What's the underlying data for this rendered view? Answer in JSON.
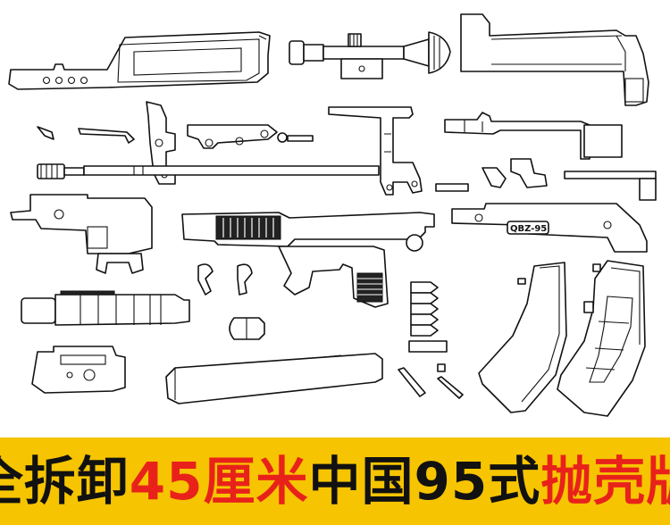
{
  "banner": {
    "segments": [
      {
        "text": "全拆卸",
        "color": "#111111"
      },
      {
        "text": "45",
        "color": "#e8221b"
      },
      {
        "text": "厘米",
        "color": "#e8221b"
      },
      {
        "text": "中国",
        "color": "#111111"
      },
      {
        "text": "95",
        "color": "#111111"
      },
      {
        "text": "式",
        "color": "#111111"
      },
      {
        "text": "抛壳版",
        "color": "#e8221b"
      }
    ],
    "background": "#f6c400"
  },
  "receiver_marking": "QBZ-95",
  "parts": [
    "carry-handle",
    "scope",
    "buttstock",
    "small-pins",
    "charging-handle",
    "trigger-links",
    "sling-swivel",
    "rear-sight-tower",
    "front-sight-block",
    "barrel",
    "upper-receiver-front",
    "gas-tube",
    "bolt-carrier",
    "lower-receiver",
    "pistol-grip-assembly",
    "rear-receiver-body",
    "spring-levers",
    "grenade-launcher",
    "shell",
    "cartridges",
    "bolt-stop",
    "magazine-1",
    "magazine-2",
    "cleaning-rod",
    "muzzle-cap",
    "handguard-base",
    "small-pin"
  ]
}
